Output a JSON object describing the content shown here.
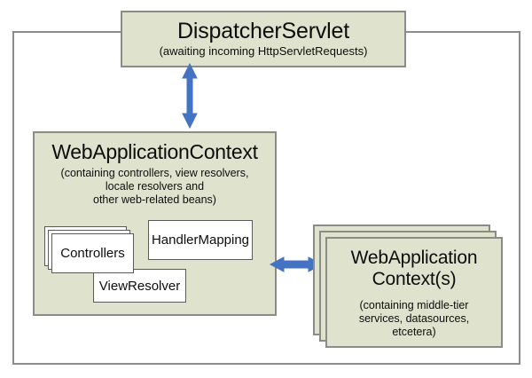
{
  "diagram": {
    "title": "Spring MVC context hierarchy diagram",
    "accent_color": "#4573c4",
    "panel_fill": "#dfe2cd",
    "panel_border": "#8a8c85",
    "frame_border": "#8c8c8c",
    "inner_box_fill": "#ffffff"
  },
  "dispatcher": {
    "title": "DispatcherServlet",
    "subtitle": "(awaiting incoming HttpServletRequests)"
  },
  "web_application_context": {
    "title": "WebApplicationContext",
    "subtitle_line1": "(containing controllers, view resolvers,",
    "subtitle_line2": "locale resolvers and",
    "subtitle_line3": "other web-related beans)",
    "inner_boxes": [
      {
        "label": "Controllers",
        "stacked": true,
        "layers": 3
      },
      {
        "label": "HandlerMapping",
        "stacked": false,
        "layers": 1
      },
      {
        "label": "ViewResolver",
        "stacked": false,
        "layers": 1
      }
    ]
  },
  "root_contexts": {
    "title_line1": "WebApplication",
    "title_line2": "Context(s)",
    "subtitle_line1": "(containing middle-tier",
    "subtitle_line2": "services, datasources,",
    "subtitle_line3": "etcetera)",
    "stacked": true,
    "layers": 3
  },
  "connectors": [
    {
      "name": "dispatcher-to-webapplicationcontext",
      "orientation": "vertical",
      "double_headed": true,
      "color": "#4573c4"
    },
    {
      "name": "webapplicationcontext-to-root-contexts",
      "orientation": "horizontal",
      "double_headed": true,
      "color": "#4573c4"
    }
  ]
}
